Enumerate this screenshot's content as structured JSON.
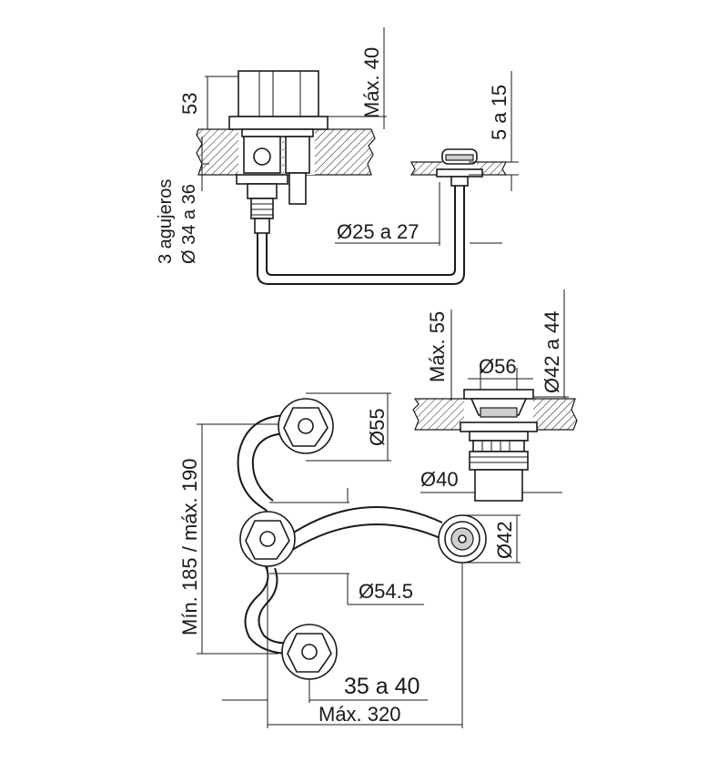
{
  "dimensions": {
    "height_53": "53",
    "max_40": "Máx. 40",
    "range_5_15": "5 a 15",
    "holes_line1": "3 agujeros",
    "holes_line2": "Ø 34 a 36",
    "diam_25_27": "Ø25 a 27",
    "max_55": "Máx. 55",
    "diam_56": "Ø56",
    "diam_42_44": "Ø42 a 44",
    "diam_55": "Ø55",
    "diam_40": "Ø40",
    "diam_42": "Ø42",
    "diam_54_5": "Ø54.5",
    "min_max_185_190": "Mín. 185 / máx. 190",
    "range_35_40": "35 a 40",
    "max_320": "Máx. 320"
  }
}
